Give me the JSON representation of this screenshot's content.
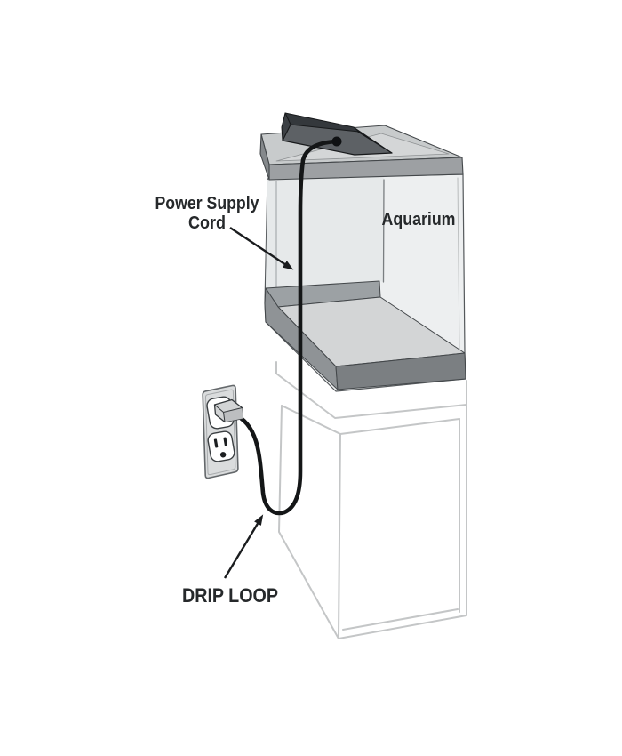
{
  "diagram": {
    "labels": {
      "power_supply_line1": "Power Supply",
      "power_supply_line2": "Cord",
      "aquarium": "Aquarium",
      "drip_loop": "DRIP LOOP"
    },
    "colors": {
      "background": "#ffffff",
      "glass": "#edeff0",
      "glass_left": "#e6e9ea",
      "frame_top": "#c8cbcc",
      "frame_front": "#9da0a3",
      "frame_left": "#85898c",
      "frame_recess": "#d4d6d7",
      "fixture_top": "#34383c",
      "fixture_front": "#5d6165",
      "fixture_end": "#4e5256",
      "tank_floor": "#d3d5d6",
      "rim_back": "#9ca1a4",
      "rim_left": "#8f9396",
      "rim_front": "#7b7f82",
      "cord": "#141617",
      "stand_outline": "#c4c6c7",
      "outlet_plate": "#dadcdd",
      "plug_body": "#d2d4d5",
      "arrow": "#1a1c1e",
      "label_text": "#26292b"
    }
  }
}
